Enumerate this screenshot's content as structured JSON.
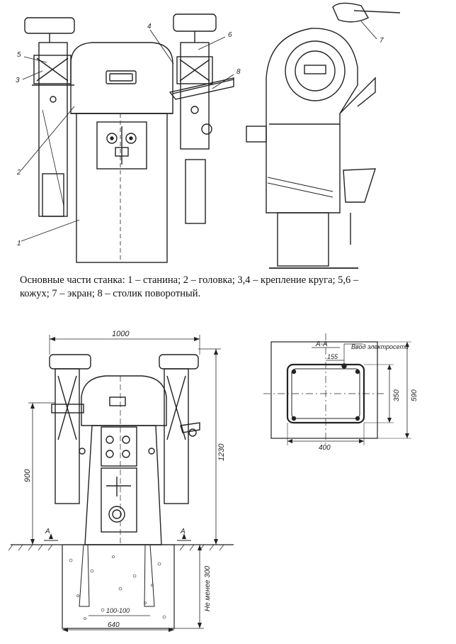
{
  "caption": "Основные части станка: 1 – станина; 2 – головка; 3,4 – крепление круга; 5,6 – кожух; 7 – экран; 8 – столик поворотный.",
  "callouts": [
    "1",
    "2",
    "3",
    "4",
    "5",
    "6",
    "7",
    "8"
  ],
  "front_view": {
    "dims": {
      "width": "1000",
      "height_total": "1230",
      "height_spindle": "900",
      "depth": "Не менее 300",
      "base_width": "640",
      "base_spacing": "100-100"
    },
    "section_marks": [
      "А",
      "А"
    ]
  },
  "section_view": {
    "title": "А-А",
    "label_power": "Ввод электросети",
    "dims": {
      "d155": "155",
      "d350": "350",
      "d590": "590",
      "d400": "400"
    }
  }
}
